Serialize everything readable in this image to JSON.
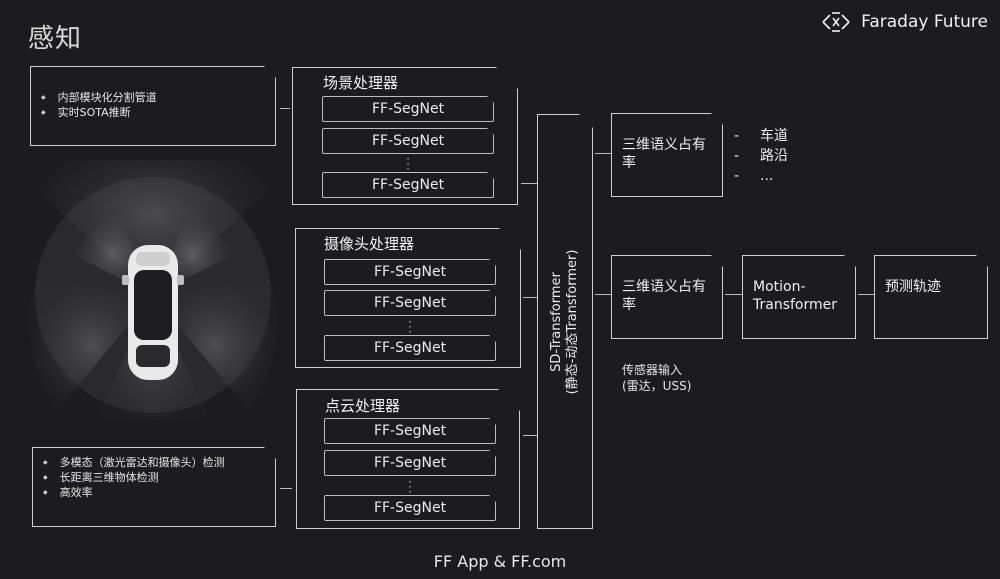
{
  "title": "感知",
  "brand": {
    "name": "Faraday Future",
    "logo": "ff-logo-icon"
  },
  "left_top_box": {
    "items": [
      "内部模块化分割管道",
      "实时SOTA推断"
    ]
  },
  "left_bottom_box": {
    "items": [
      "多模态（激光雷达和摄像头）检测",
      "长距离三维物体检测",
      "高效率"
    ]
  },
  "processors": [
    {
      "label": "场景处理器",
      "nets": [
        "FF-SegNet",
        "FF-SegNet",
        "FF-SegNet"
      ]
    },
    {
      "label": "摄像头处理器",
      "nets": [
        "FF-SegNet",
        "FF-SegNet",
        "FF-SegNet"
      ]
    },
    {
      "label": "点云处理器",
      "nets": [
        "FF-SegNet",
        "FF-SegNet",
        "FF-SegNet"
      ]
    }
  ],
  "sd_transformer": {
    "line1": "SD-Transformer",
    "line2": "(静态-动态Transformer)"
  },
  "occupancy_top": {
    "line1": "三维语义占有",
    "line2": "率"
  },
  "occupancy_top_list": [
    "车道",
    "路沿",
    "..."
  ],
  "occupancy_bottom": {
    "line1": "三维语义占有",
    "line2": "率"
  },
  "motion_transformer": {
    "line1": "Motion-",
    "line2": "Transformer"
  },
  "trajectory": "预测轨迹",
  "sensor_input": {
    "line1": "传感器输入",
    "line2": "(雷达，USS)"
  },
  "footer": "FF App & FF.com",
  "colors": {
    "background": "#1c1c1e",
    "line": "#cfcfcf",
    "text": "#e6e6e6"
  }
}
